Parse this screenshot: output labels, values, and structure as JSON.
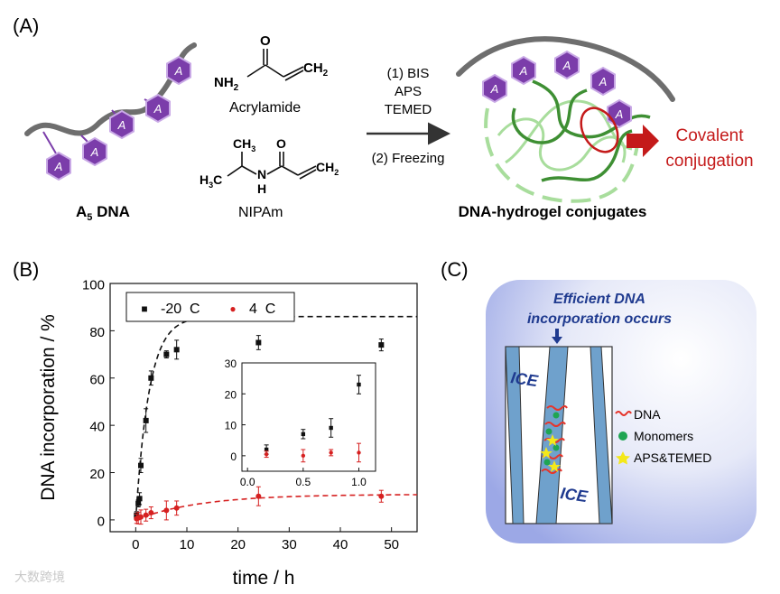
{
  "panel_a": {
    "label": "(A)",
    "dna_label": "A",
    "dna_sub": "5",
    "dna_label_suffix": " DNA",
    "hex_letter": "A",
    "acrylamide": {
      "o": "O",
      "nh": "NH",
      "nh_sub": "2",
      "ch": "CH",
      "ch_sub": "2",
      "name": "Acrylamide"
    },
    "nipam": {
      "ch3": "CH",
      "ch3_sub": "3",
      "h3c": "H",
      "h3c_sub": "3",
      "h3c_c": "C",
      "n": "N",
      "h": "H",
      "o": "O",
      "ch2": "CH",
      "ch2_sub": "2",
      "name": "NIPAm"
    },
    "step1": [
      "(1) BIS",
      "APS",
      "TEMED"
    ],
    "step2": "(2) Freezing",
    "product": "DNA-hydrogel conjugates",
    "covalent": [
      "Covalent",
      "conjugation"
    ],
    "colors": {
      "purple": "#7B3DAA",
      "green": "#3E8F33",
      "light_green": "#8FD184",
      "red": "#C41A1A",
      "grey": "#6E6E6E"
    }
  },
  "panel_b": {
    "label": "(B)",
    "legend": [
      {
        "marker": "■",
        "text": "-20  C"
      },
      {
        "marker": "●",
        "text": "4  C"
      }
    ]
  },
  "panel_c": {
    "label": "(C)",
    "title": [
      "Efficient DNA",
      "incorporation occurs"
    ],
    "ice": "ICE",
    "legend": [
      "DNA",
      "Monomers",
      "APS&TEMED"
    ],
    "colors": {
      "bg": "#D7DDF5",
      "channel": "#6FA1CC",
      "title": "#1F3A8F"
    }
  },
  "watermark": "大数跨境",
  "chart_data": [
    {
      "type": "scatter",
      "title": "",
      "xlabel": "time / h",
      "ylabel": "DNA incorporation / %",
      "xlim": [
        -5,
        55
      ],
      "ylim": [
        -5,
        100
      ],
      "xticks": [
        0,
        10,
        20,
        30,
        40,
        50
      ],
      "yticks": [
        0,
        20,
        40,
        60,
        80,
        100
      ],
      "grid": false,
      "legend_position": "top-left",
      "series": [
        {
          "name": "-20  C",
          "color": "#111111",
          "marker": "square",
          "x": [
            0.17,
            0.5,
            0.75,
            1,
            2,
            3,
            6,
            8,
            24,
            48
          ],
          "y": [
            2,
            7,
            9,
            23,
            42,
            60,
            70,
            72,
            75,
            74
          ],
          "err": [
            1.5,
            1.5,
            2.5,
            3,
            5,
            3,
            1.5,
            4,
            3,
            2.5
          ],
          "fit": {
            "style": "dashed",
            "ymax": 86,
            "k": 0.38
          }
        },
        {
          "name": "4  C",
          "color": "#D62020",
          "marker": "circle",
          "x": [
            0.17,
            0.5,
            1,
            2,
            3,
            6,
            8,
            24,
            48
          ],
          "y": [
            0.5,
            0.8,
            1.2,
            2,
            3,
            4,
            5,
            10,
            10
          ],
          "err": [
            2,
            2.5,
            3,
            2.5,
            2.5,
            4,
            3,
            4,
            2.5
          ],
          "fit": {
            "style": "dashed",
            "ymax": 10.8,
            "k": 0.08
          }
        }
      ]
    },
    {
      "type": "scatter",
      "title": "inset",
      "xlim": [
        -0.05,
        1.15
      ],
      "ylim": [
        -5,
        30
      ],
      "xticks": [
        0.0,
        0.5,
        1.0
      ],
      "xtick_labels": [
        "0.0",
        "0.5",
        "1.0"
      ],
      "yticks": [
        0,
        10,
        20,
        30
      ],
      "series": [
        {
          "name": "-20  C",
          "color": "#111111",
          "marker": "square",
          "x": [
            0.17,
            0.5,
            0.75,
            1.0
          ],
          "y": [
            2,
            7,
            9,
            23
          ],
          "err": [
            1.5,
            1.5,
            3,
            3
          ]
        },
        {
          "name": "4  C",
          "color": "#D62020",
          "marker": "circle",
          "x": [
            0.17,
            0.5,
            0.75,
            1.0
          ],
          "y": [
            0.5,
            0,
            1,
            1
          ],
          "err": [
            1,
            2,
            1,
            3
          ]
        }
      ]
    }
  ]
}
